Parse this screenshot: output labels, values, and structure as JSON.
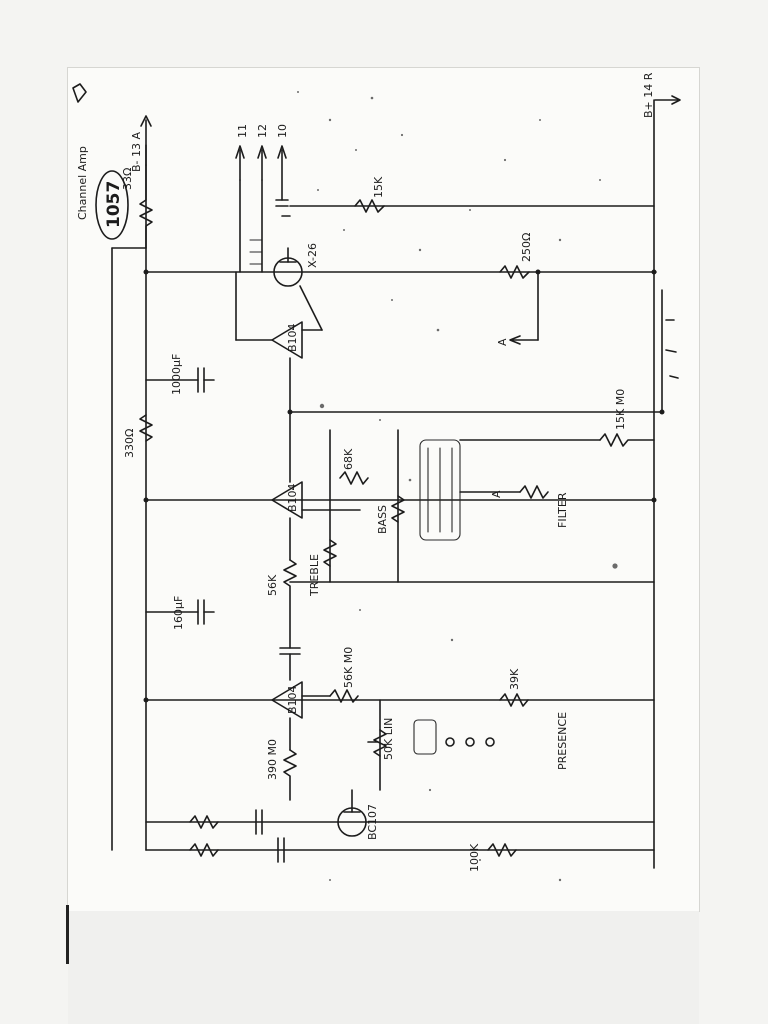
{
  "sheet": {
    "drawing_number": "1057",
    "caption": "Channel Amp"
  },
  "labels": {
    "supply_neg": "B- 13 A",
    "supply_pos": "B+ 14 R",
    "r_33": "33Ω",
    "r_330": "330Ω",
    "c_1000": "1000µF",
    "c_160": "160µF",
    "r_250": "250Ω",
    "r_15k_top": "15K",
    "r_15k_mid": "15K M0",
    "r_68k": "68K",
    "r_56k_mid": "56K",
    "r_56k_low": "56K M0",
    "r_390": "390 M0",
    "r_39k": "39K",
    "r_100k": "100K",
    "pot_treble": "TREBLE",
    "pot_bass": "BASS",
    "pot_50k": "50K LIN",
    "presence": "PRESENCE",
    "filter": "FILTER",
    "transistor_1": "B104",
    "transistor_2": "B104",
    "transistor_3": "B104",
    "transistor_4": "X-26",
    "transistor_5": "BC107",
    "node_a1": "A",
    "node_a2": "A",
    "output_11": "11",
    "output_12": "12",
    "output_10": "10"
  }
}
